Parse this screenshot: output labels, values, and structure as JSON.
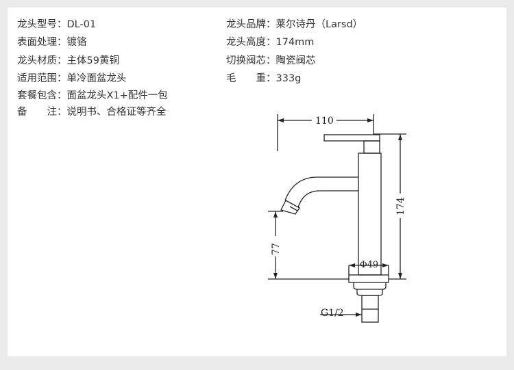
{
  "specs_left": [
    {
      "label": "龙头型号：",
      "value": "DL-01"
    },
    {
      "label": "表面处理：",
      "value": "镀铬"
    },
    {
      "label": "龙头材质：",
      "value": "主体59黄铜"
    },
    {
      "label": "适用范围：",
      "value": "单冷面盆龙头"
    },
    {
      "label": "套餐包含：",
      "value": "面盆龙头X1+配件一包"
    },
    {
      "label": "备　　注：",
      "value": "说明书、合格证等齐全"
    }
  ],
  "specs_right": [
    {
      "label": "龙头品牌：",
      "value": "莱尔诗丹（Larsd）"
    },
    {
      "label": "龙头高度：",
      "value": "174mm"
    },
    {
      "label": "切换阀芯：",
      "value": "陶瓷阀芯"
    },
    {
      "label": "毛　　重：",
      "value": "333g"
    }
  ],
  "drawing": {
    "dim_width": "110",
    "dim_height": "174",
    "dim_spout": "77",
    "dim_diameter": "Φ49",
    "thread": "G1/2"
  },
  "colors": {
    "background": "#ebebeb",
    "card": "#ffffff",
    "text": "#333333",
    "line": "#222222"
  }
}
